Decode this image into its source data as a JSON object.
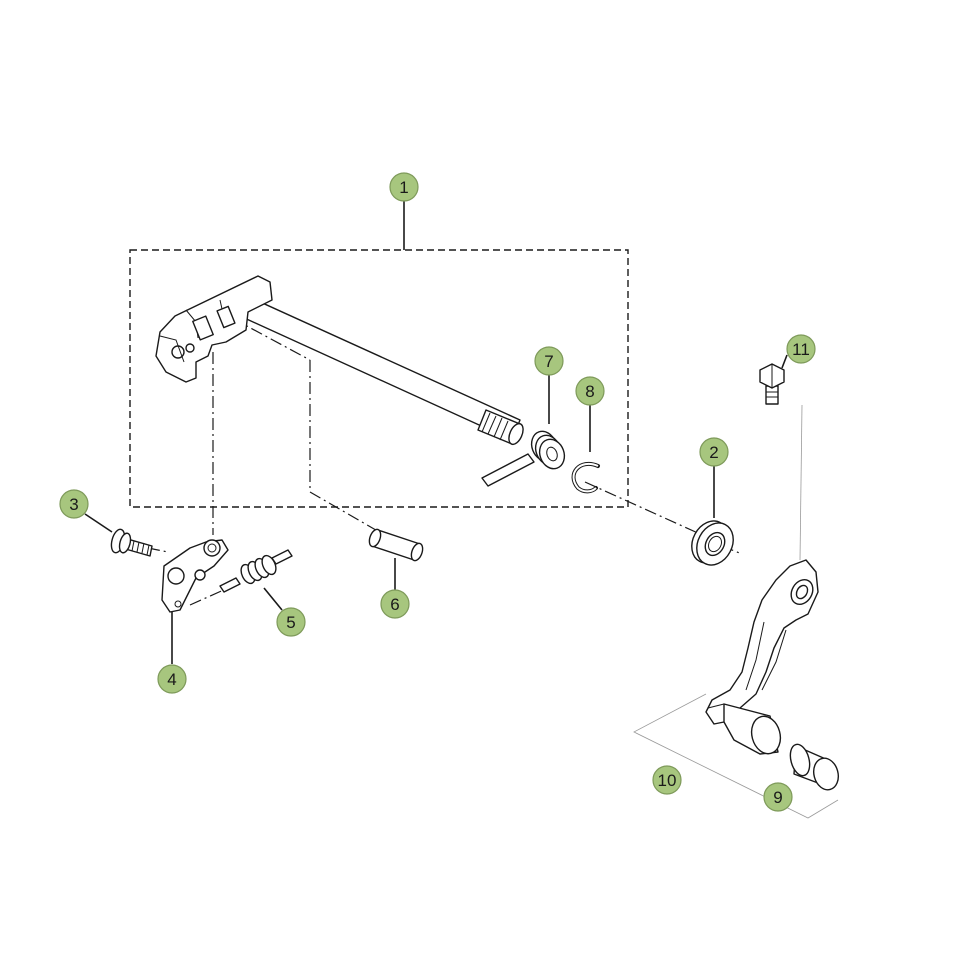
{
  "diagram": {
    "callout_fill": "#a7c67e",
    "callout_stroke": "#7e9a5a",
    "line_color": "#1a1a1a",
    "callouts": [
      {
        "id": "c1",
        "label": "1"
      },
      {
        "id": "c2",
        "label": "2"
      },
      {
        "id": "c3",
        "label": "3"
      },
      {
        "id": "c4",
        "label": "4"
      },
      {
        "id": "c5",
        "label": "5"
      },
      {
        "id": "c6",
        "label": "6"
      },
      {
        "id": "c7",
        "label": "7"
      },
      {
        "id": "c8",
        "label": "8"
      },
      {
        "id": "c9",
        "label": "9"
      },
      {
        "id": "c10",
        "label": "10"
      },
      {
        "id": "c11",
        "label": "11"
      }
    ]
  }
}
